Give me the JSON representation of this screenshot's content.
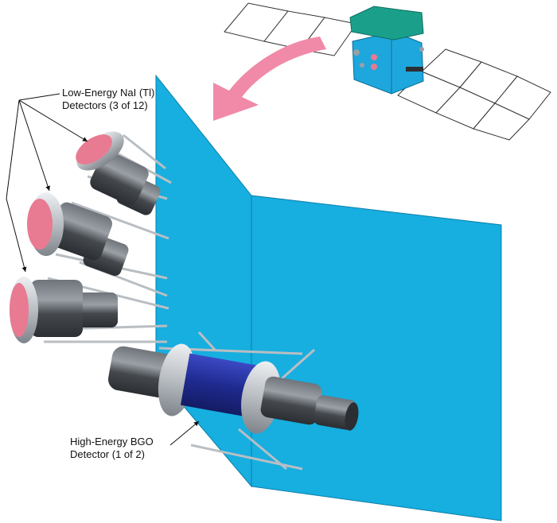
{
  "labels": {
    "nai_line1": "Low-Energy NaI (Tl)",
    "nai_line2": "Detectors (3 of 12)",
    "bgo_line1": "High-Energy BGO",
    "bgo_line2": "Detector (1 of 2)"
  },
  "colors": {
    "panel": "#17aee0",
    "panel_edge": "#0b7fa8",
    "arrow": "#f08aa8",
    "detector_window": "#e87a92",
    "bgo_crystal": "#1f2a8f",
    "metal_dark": "#3f4348",
    "metal_ring": "#c8ccd0",
    "satellite_top": "#1aa08a",
    "satellite_body": "#1ea7dc"
  },
  "icons": [
    "spacecraft-icon",
    "curved-arrow-icon"
  ]
}
